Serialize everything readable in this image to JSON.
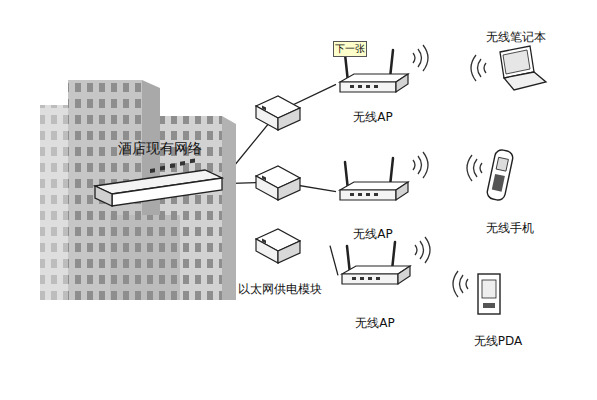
{
  "diagram": {
    "nodes": [
      {
        "text": [
          "酒店现有网络"
        ]
      },
      {
        "text": [
          "下一张"
        ]
      },
      {
        "text": [
          "无线AP"
        ]
      },
      {
        "text": [
          "无线笔记本"
        ]
      },
      {
        "text": [
          "无线AP"
        ]
      },
      {
        "text": [
          "无线手机"
        ]
      },
      {
        "text": [
          "以太网供电模块"
        ]
      },
      {
        "text": [
          "无线AP"
        ]
      },
      {
        "text": [
          "无线PDA"
        ]
      }
    ],
    "edges": [
      {
        "from": 0,
        "to": 2,
        "arrow": "none"
      },
      {
        "from": 0,
        "to": 4,
        "arrow": "none"
      },
      {
        "from": 0,
        "to": 6,
        "arrow": "none"
      },
      {
        "from": 6,
        "to": 7,
        "arrow": "none"
      }
    ]
  }
}
